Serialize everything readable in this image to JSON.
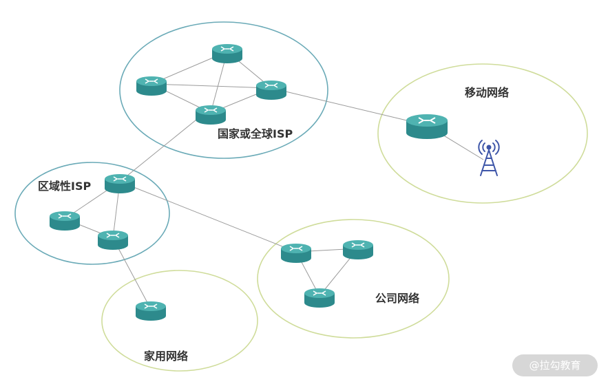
{
  "labels": {
    "national_isp": "国家或全球ISP",
    "mobile_network": "移动网络",
    "regional_isp": "区域性ISP",
    "company_network": "公司网络",
    "home_network": "家用网络"
  },
  "watermark": "@拉勾教育",
  "colors": {
    "isp_ellipse": "#6aaab7",
    "edge_network_ellipse": "#cfdc9a",
    "router_body": "#2d8a8c",
    "router_top": "#4fb3b1",
    "link_line": "#9a9a9a",
    "antenna": "#3d55a8"
  },
  "icons": [
    "router-icon",
    "cell-tower-icon"
  ]
}
